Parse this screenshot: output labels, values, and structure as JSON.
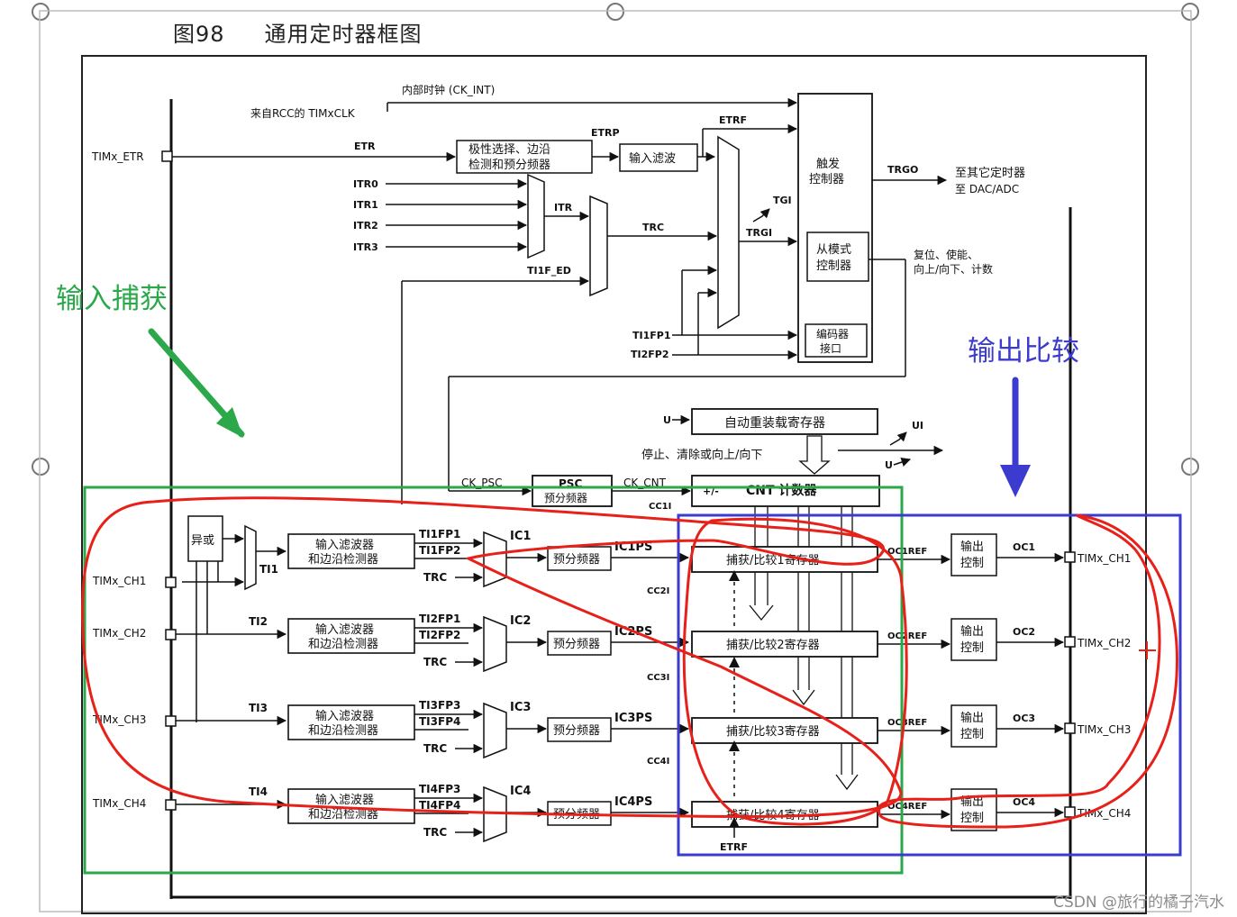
{
  "title": {
    "fig": "图98",
    "text": "通用定时器框图"
  },
  "annotations": {
    "input_capture": "输入捕获",
    "output_compare": "输出比较"
  },
  "watermark": "CSDN @旅行的橘子汽水",
  "colors": {
    "green": "#2aa84a",
    "blue": "#3b3bcf",
    "red": "#e8201a",
    "line": "#111111"
  },
  "labels": {
    "ck_int": "内部时钟 (CK_INT)",
    "rcc": "来自RCC的 TIMxCLK",
    "etr_pin": "TIMx_ETR",
    "etr": "ETR",
    "etrp": "ETRP",
    "etrf": "ETRF",
    "polarity_1": "极性选择、边沿",
    "polarity_2": "检测和预分频器",
    "input_filter": "输入滤波",
    "itr0": "ITR0",
    "itr1": "ITR1",
    "itr2": "ITR2",
    "itr3": "ITR3",
    "itr": "ITR",
    "trc": "TRC",
    "tgi": "TGI",
    "trgi": "TRGI",
    "ti1f_ed": "TI1F_ED",
    "ti1fp1": "TI1FP1",
    "ti2fp2": "TI2FP2",
    "trigger_1": "触发",
    "trigger_2": "控制器",
    "trgo": "TRGO",
    "to_other_1": "至其它定时器",
    "to_other_2": "至 DAC/ADC",
    "slave_1": "从模式",
    "slave_2": "控制器",
    "reset_1": "复位、使能、",
    "reset_2": "向上/向下、计数",
    "encoder_1": "编码器",
    "encoder_2": "接口",
    "auto_reload": "自动重装载寄存器",
    "u": "U",
    "ui": "UI",
    "stop_clear": "停止、清除或向上/向下",
    "ck_psc": "CK_PSC",
    "psc": "PSC",
    "psc_sub": "预分频器",
    "ck_cnt": "CK_CNT",
    "cnt": "CNT 计数器",
    "plusminus": "+/-",
    "xor": "异或",
    "ch_filter_1": "输入滤波器",
    "ch_filter_2": "和边沿检测器",
    "prescaler": "预分频器",
    "out_ctrl_1": "输出",
    "out_ctrl_2": "控制"
  },
  "channels": [
    {
      "pin": "TIMx_CH1",
      "ti": "TI1",
      "fp_a": "TI1FP1",
      "fp_b": "TI1FP2",
      "trc": "TRC",
      "ic": "IC1",
      "icps": "IC1PS",
      "cci": "CC1I",
      "reg": "捕获/比较1寄存器",
      "ocref": "OC1REF",
      "oc": "OC1",
      "out_pin": "TIMx_CH1"
    },
    {
      "pin": "TIMx_CH2",
      "ti": "TI2",
      "fp_a": "TI2FP1",
      "fp_b": "TI2FP2",
      "trc": "TRC",
      "ic": "IC2",
      "icps": "IC2PS",
      "cci": "CC2I",
      "reg": "捕获/比较2寄存器",
      "ocref": "OC2REF",
      "oc": "OC2",
      "out_pin": "TIMx_CH2"
    },
    {
      "pin": "TIMx_CH3",
      "ti": "TI3",
      "fp_a": "TI3FP3",
      "fp_b": "TI3FP4",
      "trc": "TRC",
      "ic": "IC3",
      "icps": "IC3PS",
      "cci": "CC3I",
      "reg": "捕获/比较3寄存器",
      "ocref": "OC3REF",
      "oc": "OC3",
      "out_pin": "TIMx_CH3"
    },
    {
      "pin": "TIMx_CH4",
      "ti": "TI4",
      "fp_a": "TI4FP3",
      "fp_b": "TI4FP4",
      "trc": "TRC",
      "ic": "IC4",
      "icps": "IC4PS",
      "cci": "CC4I",
      "reg": "捕获/比较4寄存器",
      "ocref": "OC4REF",
      "oc": "OC4",
      "out_pin": "TIMx_CH4"
    }
  ],
  "etrf_bottom": "ETRF"
}
